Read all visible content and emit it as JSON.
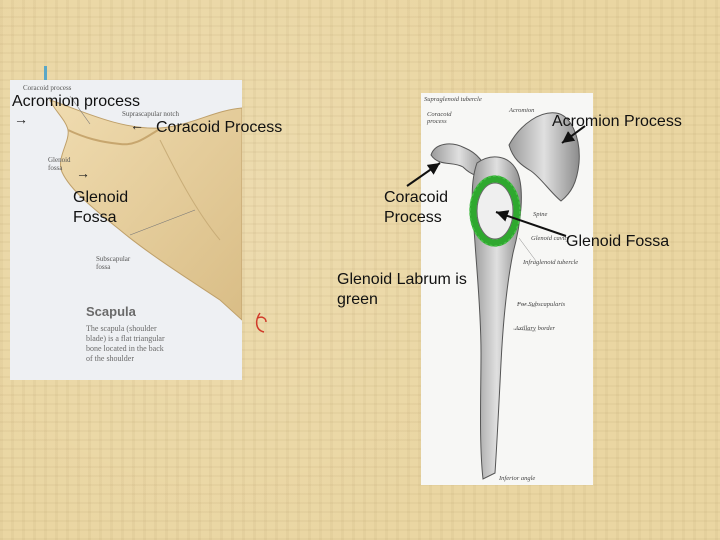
{
  "left_image": {
    "label_coracoid_small": "Coracoid process",
    "label_supra_notch": "Suprascapular notch",
    "label_glenoid_small": "Glenoid fossa",
    "label_subscapular": "Subscapular fossa",
    "title": "Scapula",
    "description": "The scapula (shoulder blade) is a flat triangular bone located in the back of the shoulder"
  },
  "right_image": {
    "supraglenoid": "Supraglenoid tubercle",
    "acromion": "Acromion",
    "coracoid": "Coracoid process",
    "spine": "Spine",
    "glenoid_cavity": "Glenoid cavity",
    "infraglenoid": "Infraglenoid tubercle",
    "subscapularis": "For Subscapularis",
    "axillary_border": "Axillary border",
    "inferior_angle": "Inferior angle"
  },
  "labels": {
    "acromion_left": "Acromion process",
    "coracoid_left": "Coracoid Process",
    "glenoid_left_1": "Glenoid",
    "glenoid_left_2": "Fossa",
    "acromion_right": "Acromion Process",
    "coracoid_right_1": "Coracoid",
    "coracoid_right_2": "Process",
    "glenoid_right": "Glenoid Fossa",
    "labrum_1": "Glenoid Labrum is",
    "labrum_2": "green"
  },
  "arrows": {
    "right": "→",
    "left": "←"
  },
  "colors": {
    "labrum": "#2fa82f",
    "bone": "#e8d4a8",
    "accent": "#5aa7c6"
  }
}
